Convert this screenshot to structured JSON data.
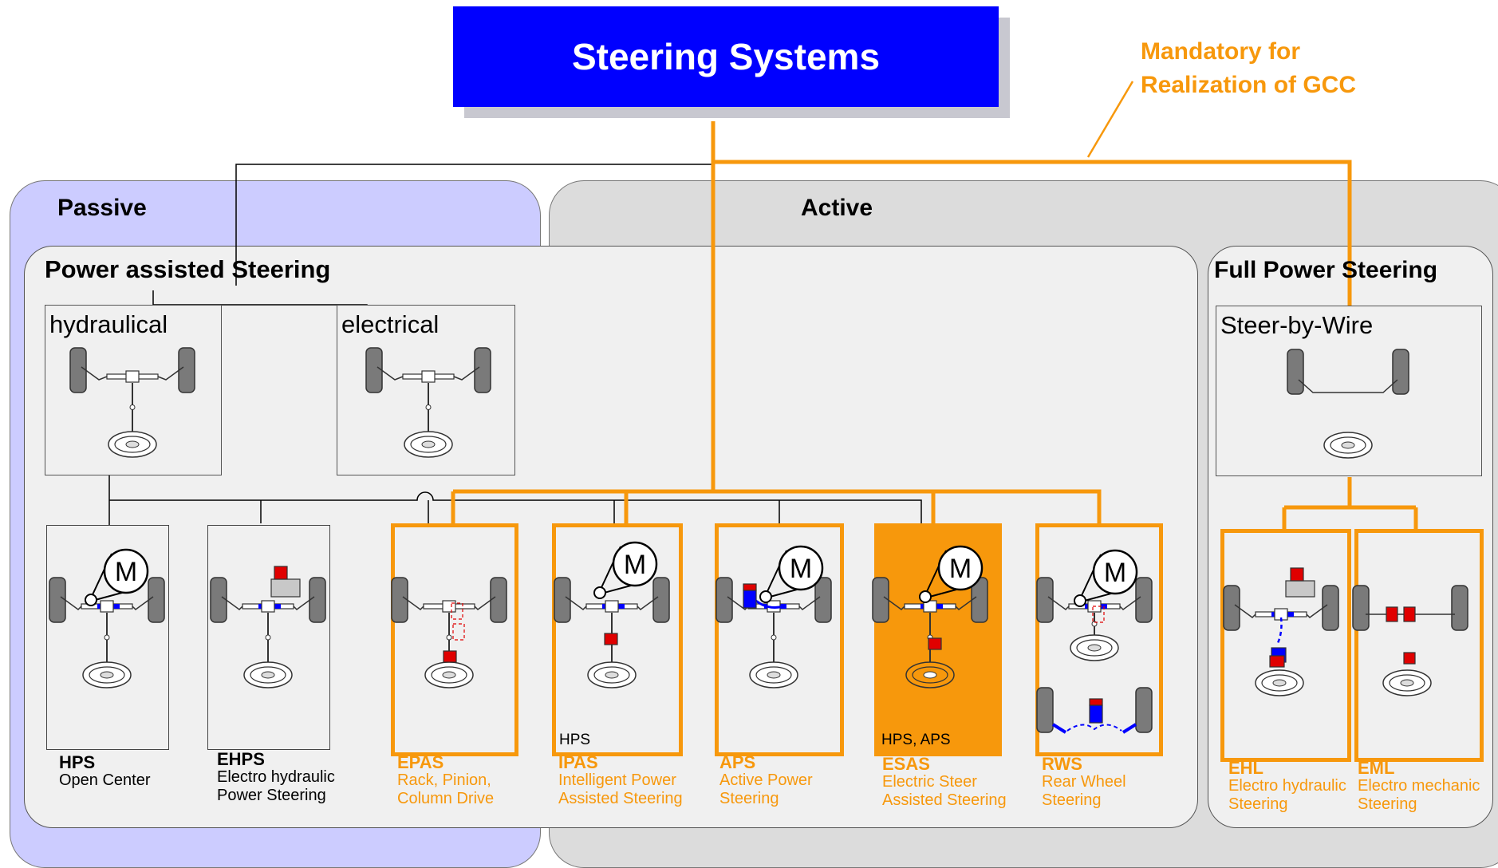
{
  "title": "Steering Systems",
  "mandatory_note": [
    "Mandatory for",
    "Realization of GCC"
  ],
  "groups": {
    "passive": "Passive",
    "active": "Active",
    "power_assisted": "Power assisted Steering",
    "full_power": "Full Power Steering"
  },
  "frames": {
    "hydraulical": "hydraulical",
    "electrical": "electrical",
    "steer_by_wire": "Steer-by-Wire"
  },
  "systems": [
    {
      "abbr": "HPS",
      "lines": [
        "Open Center"
      ],
      "inner": ""
    },
    {
      "abbr": "EHPS",
      "lines": [
        "Electro hydraulic",
        "Power Steering"
      ],
      "inner": ""
    },
    {
      "abbr": "EPAS",
      "lines": [
        "Rack, Pinion,",
        "Column Drive"
      ],
      "inner": ""
    },
    {
      "abbr": "IPAS",
      "lines": [
        "Intelligent Power",
        "Assisted Steering"
      ],
      "inner": "HPS"
    },
    {
      "abbr": "APS",
      "lines": [
        "Active Power",
        "Steering"
      ],
      "inner": ""
    },
    {
      "abbr": "ESAS",
      "lines": [
        "Electric Steer",
        "Assisted Steering"
      ],
      "inner": "HPS, APS"
    },
    {
      "abbr": "RWS",
      "lines": [
        "Rear Wheel",
        "Steering"
      ],
      "inner": ""
    },
    {
      "abbr": "EHL",
      "lines": [
        "Electro hydraulic",
        "Steering"
      ],
      "inner": ""
    },
    {
      "abbr": "EML",
      "lines": [
        "Electro mechanic",
        "Steering"
      ],
      "inner": ""
    }
  ],
  "motor_label": "M",
  "colors": {
    "blue": "#0000ff",
    "orange": "#f7980c",
    "passive_bg": "#ccccff",
    "active_bg": "#dcdcdc",
    "panel_bg": "#f0f0f0",
    "red": "#e00000"
  }
}
